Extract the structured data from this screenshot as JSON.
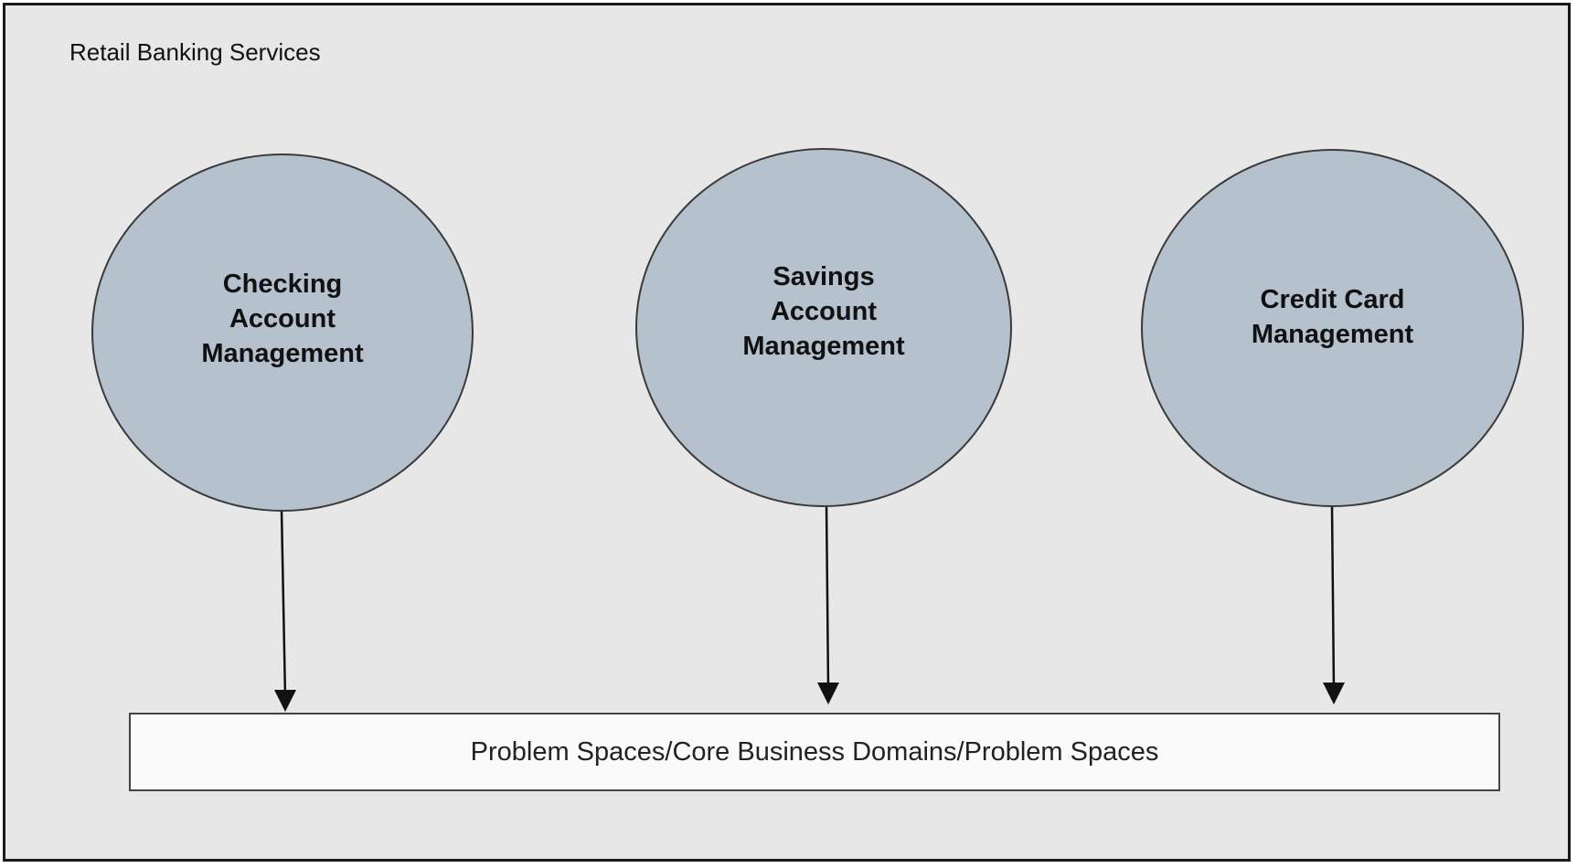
{
  "frame": {
    "title": "Retail Banking Services"
  },
  "domains": [
    {
      "lines": [
        "Checking",
        "Account",
        "Management"
      ]
    },
    {
      "lines": [
        "Savings",
        "Account",
        "Management"
      ]
    },
    {
      "lines": [
        "Credit Card",
        "Management"
      ]
    }
  ],
  "problem_box": {
    "label": "Problem Spaces/Core Business Domains/Problem Spaces"
  },
  "colors": {
    "background": "#e7e7e7",
    "circle_fill": "#b5c1cd",
    "box_fill": "#fafafa",
    "stroke": "#1a1a1a"
  }
}
